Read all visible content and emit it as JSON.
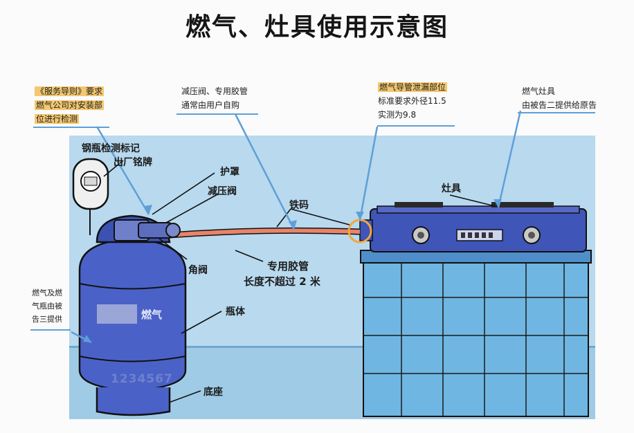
{
  "title": "燃气、灶具使用示意图",
  "annotations": {
    "rules_note": [
      "《服务导则》要求",
      "燃气公司对安装部",
      "位进行检测"
    ],
    "regulator_hose_note": [
      "减压阀、专用胶管",
      "通常由用户自购"
    ],
    "leak_point_note": [
      "燃气导管泄漏部位",
      "标准要求外径11.5",
      "实测为9.8"
    ],
    "stove_note": [
      "燃气灶具",
      "由被告二提供给原告"
    ],
    "cylinder_note": [
      "燃气及燃",
      "气瓶由被",
      "告三提供"
    ]
  },
  "labels": {
    "inspection_mark": [
      "钢瓶检测标记",
      "出厂铭牌"
    ],
    "guard": "护罩",
    "regulator": "减压阀",
    "clamp": "铁码",
    "stove": "灶具",
    "angle_valve": "角阀",
    "hose": [
      "专用胶管",
      "长度不超过 2 米"
    ],
    "cylinder_body": "瓶体",
    "base": "底座"
  },
  "cylinder_text": {
    "brand": "燃气",
    "serial": "1234567"
  },
  "colors": {
    "wall": "#b8d9ee",
    "floor": "#8fc4e2",
    "cylinder": "#4a62c7",
    "counter": "#6fb6e3",
    "highlight": "#f3c870",
    "leader": "#5f9fd7"
  }
}
